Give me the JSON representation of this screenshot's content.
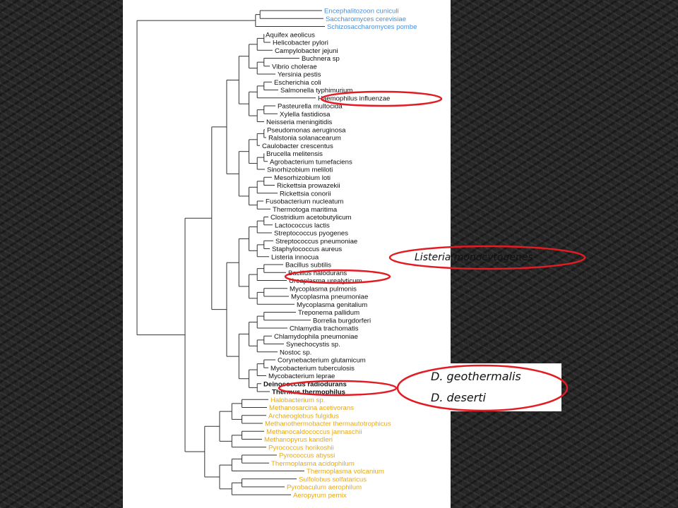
{
  "tree": {
    "colors": {
      "eukaryota": "#4a90d9",
      "bacteria": "#111111",
      "archaea": "#e6a817",
      "highlight": "#e31b23",
      "lines": "#333333"
    },
    "groups": [
      {
        "id": "eukaryota",
        "taxa": [
          "Encephalitozoon cuniculi",
          "Saccharomyces cerevisiae",
          "Schizosaccharomyces pombe"
        ]
      },
      {
        "id": "bacteria",
        "taxa": [
          "Aquifex aeolicus",
          "Helicobacter pylori",
          "Campylobacter jejuni",
          "Buchnera sp",
          "Vibrio cholerae",
          "Yersinia pestis",
          "Escherichia coli",
          "Salmonella typhimurium",
          "Haemophilus influenzae",
          "Pasteurella multocida",
          "Xylella fastidiosa",
          "Neisseria meningitidis",
          "Pseudomonas aeruginosa",
          "Ralstonia solanacearum",
          "Caulobacter crescentus",
          "Brucella melitensis",
          "Agrobacterium tumefaciens",
          "Sinorhizobium meliloti",
          "Mesorhizobium loti",
          "Rickettsia prowazekii",
          "Rickettsia conorii",
          "Fusobacterium nucleatum",
          "Thermotoga maritima",
          "Clostridium acetobutylicum",
          "Lactococcus lactis",
          "Streptococcus pyogenes",
          "Streptococcus pneumoniae",
          "Staphylococcus aureus",
          "Listeria innocua",
          "Bacillus subtilis",
          "Bacillus halodurans",
          "Ureaplasma urealyticum",
          "Mycoplasma pulmonis",
          "Mycoplasma pneumoniae",
          "Mycoplasma genitalium",
          "Treponema pallidum",
          "Borrelia burgdorferi",
          "Chlamydia trachomatis",
          "Chlamydophila pneumoniae",
          "Synechocystis sp.",
          "Nostoc sp.",
          "Corynebacterium glutamicum",
          "Mycobacterium tuberculosis",
          "Mycobacterium leprae",
          "Deinococcus radiodurans",
          "Thermus thermophilus"
        ]
      },
      {
        "id": "archaea",
        "taxa": [
          "Halobacterium sp.",
          "Methanosarcina acetivorans",
          "Archaeoglobus fulgidus",
          "Methanothermobacter thermautotrophicus",
          "Methanocaldococcus jannaschii",
          "Methanopyrus kandleri",
          "Pyrococcus horikoshii",
          "Pyrococcus abyssi",
          "Thermoplasma acidophilum",
          "Thermoplasma volcanium",
          "Sulfolobus solfataricus",
          "Pyrobaculum aerophilum",
          "Aeropyrum pernix"
        ]
      }
    ],
    "bold_taxa": [
      "Deinococcus radiodurans",
      "Thermus thermophilus"
    ],
    "circled_taxa": [
      "Haemophilus influenzae",
      "Bacillus halodurans",
      "Deinococcus radiodurans"
    ]
  },
  "callouts": {
    "listeria": "Listeria monocytogenes",
    "deinococcus_relatives": [
      "D. geothermalis",
      "D. deserti"
    ]
  }
}
